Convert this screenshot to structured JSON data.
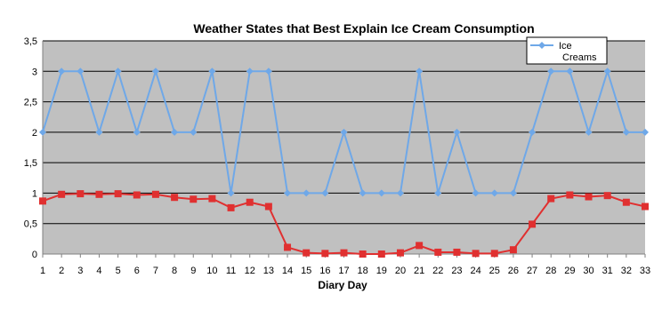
{
  "chart_data": {
    "type": "line",
    "title": "Weather States that Best Explain Ice Cream Consumption",
    "xlabel": "Diary Day",
    "ylabel": "",
    "ylim": [
      0,
      3.5
    ],
    "yticks": [
      "0",
      "0,5",
      "1",
      "1,5",
      "2",
      "2,5",
      "3",
      "3,5"
    ],
    "grid": true,
    "legend_position": "top-right",
    "x": [
      1,
      2,
      3,
      4,
      5,
      6,
      7,
      8,
      9,
      10,
      11,
      12,
      13,
      14,
      15,
      16,
      17,
      18,
      19,
      20,
      21,
      22,
      23,
      24,
      25,
      26,
      27,
      28,
      29,
      30,
      31,
      32,
      33
    ],
    "series": [
      {
        "name": "Ice Creams",
        "legend_lines": [
          "Ice",
          "Creams"
        ],
        "color": "#6fa8e8",
        "marker": "diamond",
        "values": [
          2,
          3,
          3,
          2,
          3,
          2,
          3,
          2,
          2,
          3,
          1,
          3,
          3,
          1,
          1,
          1,
          2,
          1,
          1,
          1,
          3,
          1,
          2,
          1,
          1,
          1,
          2,
          3,
          3,
          2,
          3,
          2,
          2
        ]
      },
      {
        "color": "#e03030",
        "marker": "square",
        "values": [
          0.87,
          0.98,
          0.99,
          0.98,
          0.99,
          0.97,
          0.98,
          0.93,
          0.9,
          0.91,
          0.76,
          0.85,
          0.78,
          0.11,
          0.02,
          0.01,
          0.02,
          0.0,
          0.0,
          0.02,
          0.14,
          0.03,
          0.03,
          0.01,
          0.01,
          0.07,
          0.49,
          0.91,
          0.97,
          0.94,
          0.96,
          0.85,
          0.78
        ]
      }
    ],
    "colors": {
      "plot_background": "#c0c0c0",
      "gridline": "#000000"
    }
  }
}
